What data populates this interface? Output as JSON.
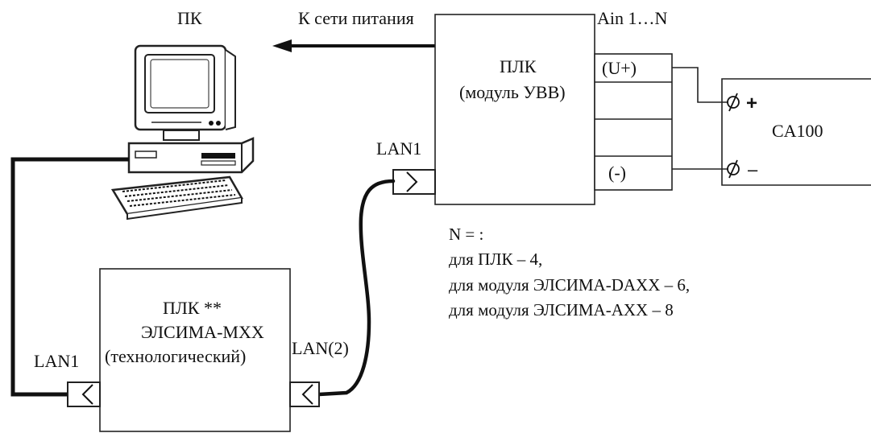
{
  "labels": {
    "pc": "ПК",
    "power": "К сети питания",
    "ain": "Ain 1…N",
    "plc_title": "ПЛК",
    "plc_sub": "(модуль УВВ)",
    "u_plus": "(U+)",
    "minus": "(-)",
    "ca100": "CA100",
    "lan1_top": "LAN1",
    "n_eq": "N = :",
    "n_plc": "для ПЛК – 4,",
    "n_daxx": "для модуля ЭЛСИМА-DAXX – 6,",
    "n_axx": "для модуля ЭЛСИМА-AXX – 8",
    "tech_line1": "ПЛК **",
    "tech_line2": "ЭЛСИМА-MXX",
    "tech_line3": "(технологический)",
    "lan1_left": "LAN1",
    "lan2": "LAN(2)"
  },
  "symbols": {
    "plus": "+",
    "minus": "–",
    "phi": "ϕ"
  }
}
